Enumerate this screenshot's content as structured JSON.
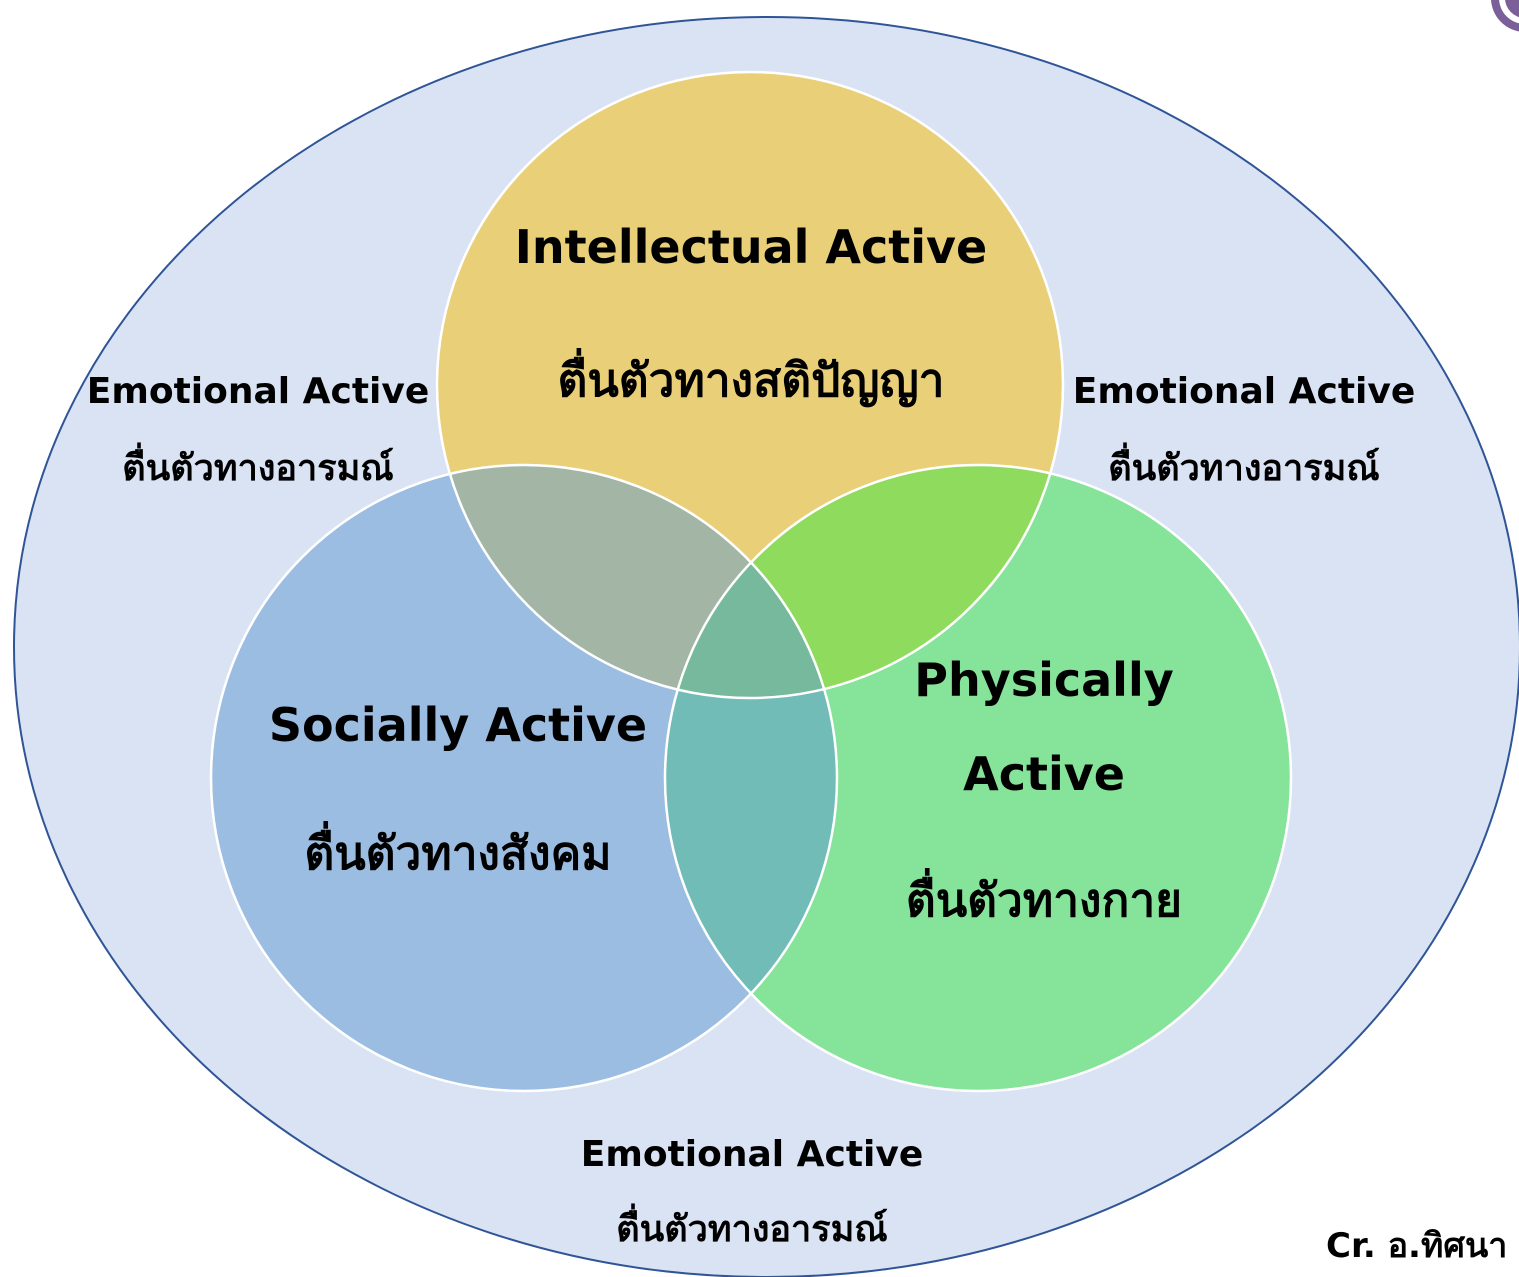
{
  "colors": {
    "outer_fill": "#dae3f3",
    "outer_stroke": "#2f5597",
    "intellectual": "#e9d078",
    "social": "#9cbde2",
    "physical": "#86e39a",
    "intellectual_social": "#a3b5a5",
    "intellectual_physical": "#8fdb5e",
    "social_physical": "#71bcb6",
    "center": "#77b99c",
    "logo": "#7a5f99"
  },
  "intellectual": {
    "title": "Intellectual Active",
    "thai": "ตื่นตัวทางสติปัญญา"
  },
  "social": {
    "title": "Socially Active",
    "thai": "ตื่นตัวทางสังคม"
  },
  "physical": {
    "title_line1": "Physically",
    "title_line2": "Active",
    "thai": "ตื่นตัวทางกาย"
  },
  "emotional_left": {
    "title": "Emotional Active",
    "thai": "ตื่นตัวทางอารมณ์"
  },
  "emotional_right": {
    "title": "Emotional Active",
    "thai": "ตื่นตัวทางอารมณ์"
  },
  "emotional_bottom": {
    "title": "Emotional Active",
    "thai": "ตื่นตัวทางอารมณ์"
  },
  "credit": "Cr. อ.ทิศนา",
  "logo_icon": "university-seal-icon"
}
